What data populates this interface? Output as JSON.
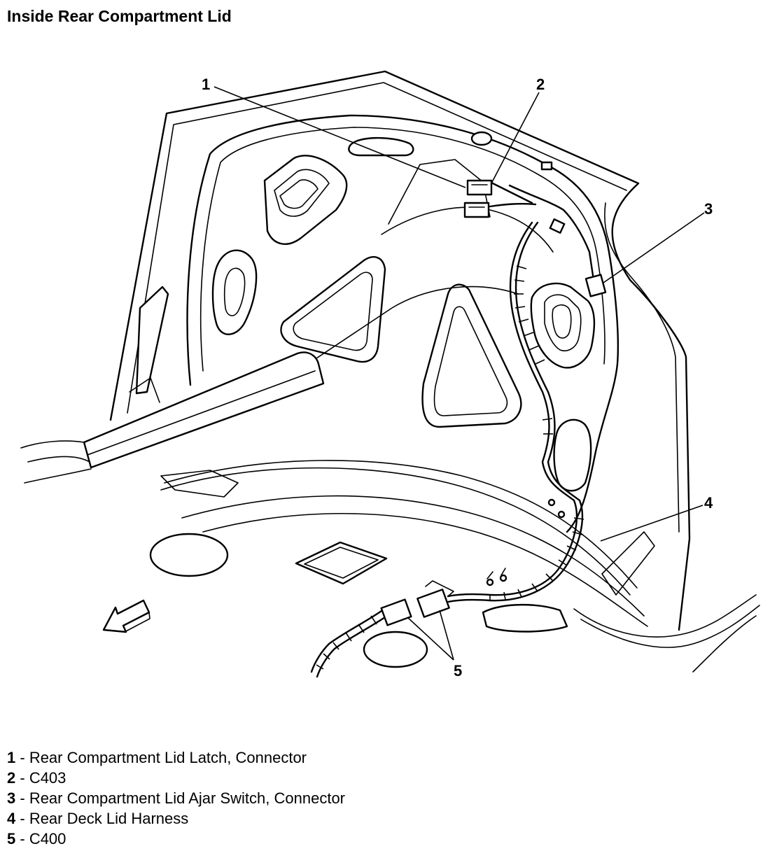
{
  "title": "Inside Rear Compartment Lid",
  "callouts": [
    "1",
    "2",
    "3",
    "4",
    "5"
  ],
  "legend": [
    {
      "num": "1",
      "sep": " - ",
      "text": "Rear Compartment Lid Latch, Connector"
    },
    {
      "num": "2",
      "sep": " - ",
      "text": "C403"
    },
    {
      "num": "3",
      "sep": " - ",
      "text": "Rear Compartment Lid Ajar Switch, Connector"
    },
    {
      "num": "4",
      "sep": " - ",
      "text": "Rear Deck Lid Harness"
    },
    {
      "num": "5",
      "sep": " - ",
      "text": "C400"
    }
  ]
}
